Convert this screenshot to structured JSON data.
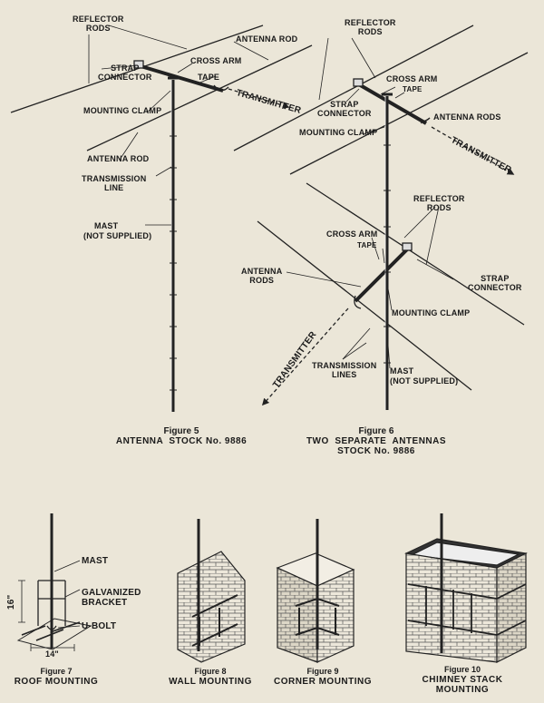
{
  "fig5": {
    "reflector_rods": "REFLECTOR\nRODS",
    "antenna_rod_top": "ANTENNA ROD",
    "cross_arm": "CROSS ARM",
    "tape": "TAPE",
    "strap_connector": "STRAP\nCONNECTOR",
    "mounting_clamp": "MOUNTING CLAMP",
    "transmitter": "TRANSMITTER",
    "antenna_rod_bottom": "ANTENNA ROD",
    "transmission_line": "TRANSMISSION\nLINE",
    "mast": "MAST",
    "not_supplied": "(NOT SUPPLIED)",
    "caption_num": "Figure 5",
    "caption_title": "ANTENNA  STOCK No. 9886"
  },
  "fig6": {
    "reflector_rods_top": "REFLECTOR\nRODS",
    "cross_arm_top": "CROSS ARM",
    "tape_top": "TAPE",
    "strap_connector_top": "STRAP\nCONNECTOR",
    "antenna_rods_top": "ANTENNA RODS",
    "mounting_clamp_top": "MOUNTING CLAMP",
    "transmitter_top": "TRANSMITTER",
    "reflector_rods_low": "REFLECTOR\nRODS",
    "cross_arm_low": "CROSS ARM",
    "tape_low": "TAPE",
    "strap_connector_low": "STRAP\nCONNECTOR",
    "antenna_rods_low": "ANTENNA\nRODS",
    "mounting_clamp_low": "MOUNTING CLAMP",
    "transmitter_low": "TRANSMITTER",
    "transmission_lines": "TRANSMISSION\nLINES",
    "mast": "MAST",
    "not_supplied": "(NOT SUPPLIED)",
    "caption_num": "Figure 6",
    "caption_title": "TWO  SEPARATE  ANTENNAS",
    "caption_stock": "STOCK No. 9886"
  },
  "fig7": {
    "mast": "MAST",
    "bracket": "GALVANIZED\nBRACKET",
    "ubolt": "U-BOLT",
    "dim_height": "16\"",
    "dim_width": "14\"",
    "caption_num": "Figure 7",
    "caption_title": "ROOF MOUNTING"
  },
  "fig8": {
    "caption_num": "Figure 8",
    "caption_title": "WALL MOUNTING"
  },
  "fig9": {
    "caption_num": "Figure 9",
    "caption_title": "CORNER MOUNTING"
  },
  "fig10": {
    "caption_num": "Figure 10",
    "caption_title": "CHIMNEY STACK\nMOUNTING"
  }
}
